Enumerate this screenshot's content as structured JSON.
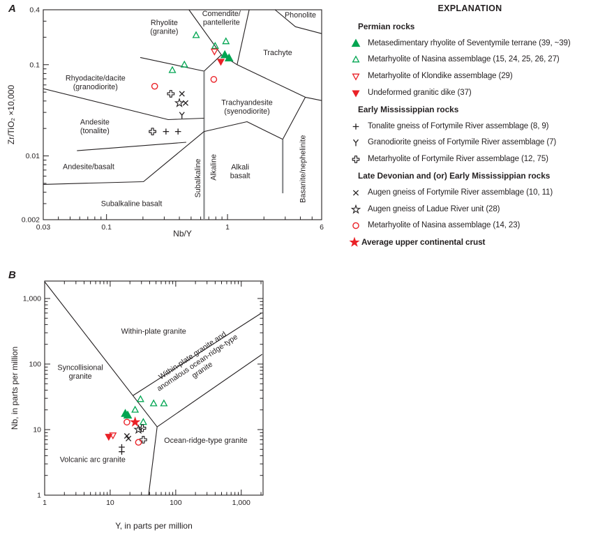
{
  "figure": {
    "panel_a_label": "A",
    "panel_b_label": "B"
  },
  "colors": {
    "green": "#00a551",
    "red": "#ea2127",
    "black": "#231f20",
    "gray": "#8a8c8e"
  },
  "explanation": {
    "title": "EXPLANATION",
    "groups": [
      {
        "header": "Permian rocks",
        "items": [
          {
            "symbol": "triangle-up-filled",
            "color": "green",
            "label": "Metasedimentary rhyolite of Seventymile terrane (39, ~39)"
          },
          {
            "symbol": "triangle-up-open",
            "color": "green",
            "label": "Metarhyolite of Nasina assemblage (15, 24, 25, 26, 27)"
          },
          {
            "symbol": "triangle-down-open",
            "color": "red",
            "label": "Metarhyolite of Klondike assemblage (29)"
          },
          {
            "symbol": "triangle-down-filled",
            "color": "red",
            "label": "Undeformed granitic dike (37)"
          }
        ]
      },
      {
        "header": "Early Mississippian rocks",
        "items": [
          {
            "symbol": "plus",
            "color": "black",
            "label": "Tonalite gneiss of Fortymile River assemblage (8, 9)"
          },
          {
            "symbol": "y",
            "color": "black",
            "label": "Granodiorite gneiss of Fortymile River assemblage (7)"
          },
          {
            "symbol": "cross-open",
            "color": "black",
            "label": "Metarhyolite of Fortymile River assemblage (12, 75)"
          }
        ]
      },
      {
        "header": "Late Devonian and (or) Early Mississippian rocks",
        "items": [
          {
            "symbol": "x",
            "color": "black",
            "label": "Augen gneiss of Fortymile River assemblage (10, 11)"
          },
          {
            "symbol": "star-open",
            "color": "black",
            "label": "Augen gneiss of Ladue River unit (28)"
          },
          {
            "symbol": "circle-open",
            "color": "red",
            "label": "Metarhyolite of Nasina assemblage (14, 23)"
          }
        ]
      }
    ],
    "footer_item": {
      "symbol": "star-filled",
      "color": "red",
      "label": "Average upper continental crust"
    }
  },
  "chart_data": [
    {
      "id": "A",
      "type": "scatter",
      "x_scale": "log",
      "y_scale": "log",
      "xlabel": "Nb/Y",
      "ylabel": "Zr/TiO₂ ×10,000",
      "xlim": [
        0.03,
        6
      ],
      "ylim": [
        0.002,
        0.4
      ],
      "x_ticks": [
        {
          "v": 0.03,
          "label": "0.03"
        },
        {
          "v": 0.1,
          "label": "0.1"
        },
        {
          "v": 1,
          "label": "1"
        },
        {
          "v": 6,
          "label": "6"
        }
      ],
      "y_ticks": [
        {
          "v": 0.4,
          "label": "0.4"
        },
        {
          "v": 0.1,
          "label": "0.1"
        },
        {
          "v": 0.01,
          "label": "0.01"
        },
        {
          "v": 0.002,
          "label": "0.002"
        }
      ],
      "boundaries": [
        {
          "points": [
            [
              0.48,
              0.4
            ],
            [
              0.89,
              0.128
            ]
          ]
        },
        {
          "points": [
            [
              1.51,
              0.4
            ],
            [
              1.2,
              0.1
            ]
          ]
        },
        {
          "points": [
            [
              0.64,
              0.085
            ],
            [
              0.89,
              0.128
            ],
            [
              1.2,
              0.1
            ],
            [
              4.4,
              0.044
            ],
            [
              6,
              0.0404
            ]
          ]
        },
        {
          "points": [
            [
              2.47,
              0.4
            ],
            [
              3.64,
              0.261
            ],
            [
              6,
              0.219
            ]
          ]
        },
        {
          "points": [
            [
              0.19,
              0.12
            ],
            [
              0.64,
              0.085
            ]
          ]
        },
        {
          "points": [
            [
              0.64,
              0.085
            ],
            [
              0.64,
              0.002
            ]
          ],
          "stroke": "gray",
          "width": 2.2
        },
        {
          "points": [
            [
              0.64,
              0.0185
            ],
            [
              1.45,
              0.0237
            ],
            [
              2.86,
              0.0152
            ]
          ]
        },
        {
          "points": [
            [
              2.86,
              0.0152
            ],
            [
              4.4,
              0.044
            ]
          ]
        },
        {
          "points": [
            [
              2.86,
              0.0152
            ],
            [
              2.86,
              0.0039
            ]
          ],
          "stroke": "gray",
          "width": 2.2
        },
        {
          "points": [
            [
              0.03,
              0.0546
            ],
            [
              0.323,
              0.025
            ],
            [
              0.64,
              0.0259
            ]
          ]
        },
        {
          "points": [
            [
              0.057,
              0.0114
            ],
            [
              0.456,
              0.0141
            ]
          ]
        },
        {
          "points": [
            [
              0.03,
              0.00487
            ],
            [
              0.202,
              0.00522
            ],
            [
              0.64,
              0.0185
            ]
          ]
        }
      ],
      "field_labels": [
        {
          "lines": [
            "Rhyolite",
            "(granite)"
          ],
          "x": 0.3,
          "y": 0.26
        },
        {
          "lines": [
            "Comendite/",
            "pantellerite"
          ],
          "x": 0.89,
          "y": 0.325
        },
        {
          "lines": [
            "Phonolite"
          ],
          "x": 4.0,
          "y": 0.35
        },
        {
          "lines": [
            "Trachyte"
          ],
          "x": 2.6,
          "y": 0.135
        },
        {
          "lines": [
            "Rhyodacite/dacite",
            "(granodiorite)"
          ],
          "x": 0.081,
          "y": 0.064
        },
        {
          "lines": [
            "Trachyandesite",
            "(syenodiorite)"
          ],
          "x": 1.45,
          "y": 0.0345
        },
        {
          "lines": [
            "Andesite",
            "(tonalite)"
          ],
          "x": 0.08,
          "y": 0.021
        },
        {
          "lines": [
            "Andesite/basalt"
          ],
          "x": 0.071,
          "y": 0.0076
        },
        {
          "lines": [
            "Alkali",
            "basalt"
          ],
          "x": 1.27,
          "y": 0.0068
        },
        {
          "lines": [
            "Subalkaline basalt"
          ],
          "x": 0.161,
          "y": 0.003
        },
        {
          "lines": [
            "Subalkaline"
          ],
          "x": 0.57,
          "y": 0.0057,
          "rotate": -90
        },
        {
          "lines": [
            "Alkaline"
          ],
          "x": 0.765,
          "y": 0.0075,
          "rotate": -90
        },
        {
          "lines": [
            "Basanite/nephelinite"
          ],
          "x": 4.2,
          "y": 0.0072,
          "rotate": -90
        }
      ],
      "series": [
        {
          "name": "Metasedimentary rhyolite of Seventymile terrane",
          "symbol": "triangle-up-filled",
          "color": "green",
          "points": [
            [
              0.95,
              0.128
            ],
            [
              1.03,
              0.118
            ]
          ]
        },
        {
          "name": "Metarhyolite of Nasina assemblage (Permian)",
          "symbol": "triangle-up-open",
          "color": "green",
          "points": [
            [
              0.55,
              0.21
            ],
            [
              0.97,
              0.18
            ],
            [
              0.79,
              0.16
            ],
            [
              0.44,
              0.1
            ],
            [
              0.35,
              0.087
            ]
          ]
        },
        {
          "name": "Metarhyolite of Klondike assemblage",
          "symbol": "triangle-down-open",
          "color": "red",
          "points": [
            [
              0.78,
              0.14
            ]
          ]
        },
        {
          "name": "Undeformed granitic dike",
          "symbol": "triangle-down-filled",
          "color": "red",
          "points": [
            [
              0.88,
              0.108
            ]
          ]
        },
        {
          "name": "Tonalite gneiss of Fortymile River assemblage",
          "symbol": "plus",
          "color": "black",
          "points": [
            [
              0.31,
              0.0185
            ],
            [
              0.39,
              0.0185
            ]
          ]
        },
        {
          "name": "Granodiorite gneiss of Fortymile River assemblage",
          "symbol": "y",
          "color": "black",
          "points": [
            [
              0.42,
              0.028
            ]
          ]
        },
        {
          "name": "Metarhyolite of Fortymile River assemblage",
          "symbol": "cross-open",
          "color": "black",
          "points": [
            [
              0.34,
              0.048
            ],
            [
              0.24,
              0.0185
            ]
          ]
        },
        {
          "name": "Augen gneiss of Fortymile River assemblage",
          "symbol": "x",
          "color": "black",
          "points": [
            [
              0.42,
              0.048
            ],
            [
              0.45,
              0.038
            ]
          ]
        },
        {
          "name": "Augen gneiss of Ladue River unit",
          "symbol": "star-open",
          "color": "black",
          "points": [
            [
              0.4,
              0.038
            ]
          ]
        },
        {
          "name": "Metarhyolite of Nasina assemblage (Late Devonian)",
          "symbol": "circle-open",
          "color": "red",
          "points": [
            [
              0.77,
              0.069
            ],
            [
              0.25,
              0.058
            ]
          ]
        }
      ]
    },
    {
      "id": "B",
      "type": "scatter",
      "x_scale": "log",
      "y_scale": "log",
      "xlabel": "Y, in parts per million",
      "ylabel": "Nb, in parts per million",
      "xlim": [
        1,
        2150
      ],
      "ylim": [
        1,
        1845
      ],
      "x_ticks": [
        {
          "v": 1,
          "label": "1"
        },
        {
          "v": 10,
          "label": "10"
        },
        {
          "v": 100,
          "label": "100"
        },
        {
          "v": 1000,
          "label": "1,000"
        }
      ],
      "y_ticks": [
        {
          "v": 1,
          "label": "1"
        },
        {
          "v": 10,
          "label": "10"
        },
        {
          "v": 100,
          "label": "100"
        },
        {
          "v": 1000,
          "label": "1,000"
        }
      ],
      "boundaries": [
        {
          "points": [
            [
              1,
              1800
            ],
            [
              52,
              11
            ]
          ]
        },
        {
          "points": [
            [
              52,
              11
            ],
            [
              38.5,
              1
            ]
          ]
        },
        {
          "points": [
            [
              52,
              11
            ],
            [
              2085,
              141
            ]
          ]
        },
        {
          "points": [
            [
              22.4,
              33.2
            ],
            [
              2030,
              600
            ]
          ]
        }
      ],
      "field_labels": [
        {
          "lines": [
            "Within-plate granite"
          ],
          "x": 46,
          "y": 316
        },
        {
          "lines": [
            "Syncollisional",
            "granite"
          ],
          "x": 3.5,
          "y": 76
        },
        {
          "lines": [
            "Volcanic arc granite"
          ],
          "x": 5.4,
          "y": 3.5
        },
        {
          "lines": [
            "Ocean-ridge-type granite"
          ],
          "x": 287,
          "y": 6.8
        },
        {
          "lines": [
            "Within-plate granite and",
            "anomalous ocean-ridge-type",
            "granite"
          ],
          "x": 213,
          "y": 105,
          "rotate": -34
        }
      ],
      "series": [
        {
          "name": "Metasedimentary rhyolite of Seventymile terrane",
          "symbol": "triangle-up-filled",
          "color": "green",
          "points": [
            [
              17,
              17.5
            ],
            [
              18.5,
              16.5
            ]
          ]
        },
        {
          "name": "Metarhyolite of Nasina assemblage (Permian)",
          "symbol": "triangle-up-open",
          "color": "green",
          "points": [
            [
              29,
              29
            ],
            [
              46,
              25
            ],
            [
              66,
              25
            ],
            [
              24,
              20
            ],
            [
              32,
              13
            ]
          ]
        },
        {
          "name": "Metarhyolite of Klondike assemblage",
          "symbol": "triangle-down-open",
          "color": "red",
          "points": [
            [
              11,
              8.2
            ]
          ]
        },
        {
          "name": "Undeformed granitic dike",
          "symbol": "triangle-down-filled",
          "color": "red",
          "points": [
            [
              9.5,
              7.8
            ]
          ]
        },
        {
          "name": "Tonalite gneiss of Fortymile River assemblage",
          "symbol": "plus",
          "color": "black",
          "points": [
            [
              15,
              5.4
            ],
            [
              15,
              4.6
            ]
          ]
        },
        {
          "name": "Metarhyolite of Fortymile River assemblage",
          "symbol": "cross-open",
          "color": "black",
          "points": [
            [
              31,
              10.5
            ],
            [
              32,
              7
            ]
          ]
        },
        {
          "name": "Augen gneiss of Fortymile River assemblage",
          "symbol": "x",
          "color": "black",
          "points": [
            [
              18,
              8
            ],
            [
              19,
              7.3
            ]
          ]
        },
        {
          "name": "Augen gneiss of Ladue River unit",
          "symbol": "star-open",
          "color": "black",
          "points": [
            [
              27,
              10
            ]
          ]
        },
        {
          "name": "Metarhyolite of Nasina assemblage (Late Devonian)",
          "symbol": "circle-open",
          "color": "red",
          "points": [
            [
              18,
              13
            ],
            [
              27,
              6.4
            ]
          ]
        },
        {
          "name": "Average upper continental crust",
          "symbol": "star-filled",
          "color": "red",
          "points": [
            [
              24,
              13
            ]
          ]
        }
      ]
    }
  ]
}
